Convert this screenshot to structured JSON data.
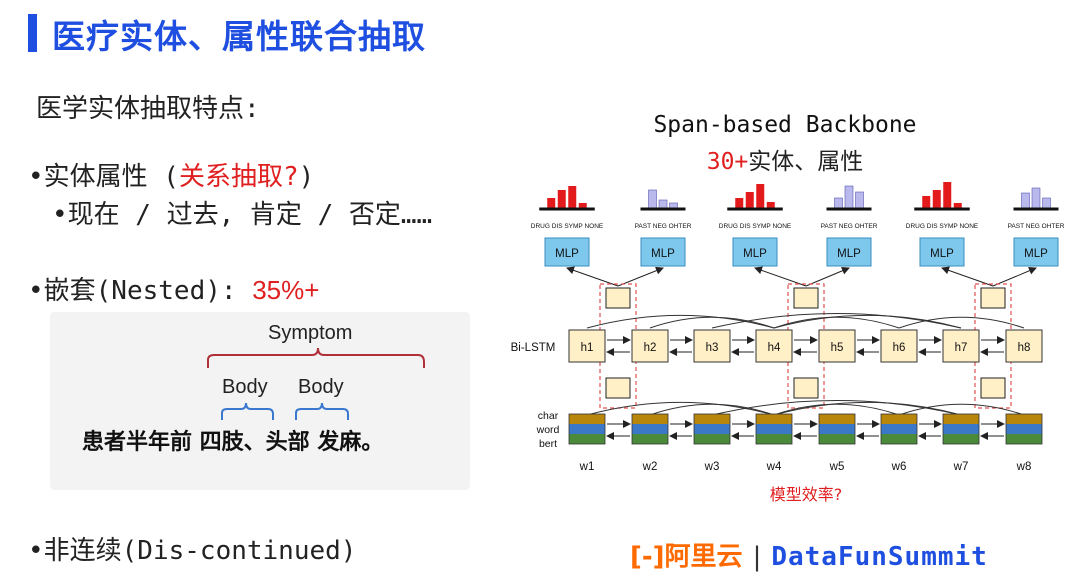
{
  "slide": {
    "title": "医疗实体、属性联合抽取",
    "intro": "医学实体抽取特点:",
    "bullet1_main": "•实体属性 (",
    "bullet1_red": "关系抽取?",
    "bullet1_end": ")",
    "bullet1_sub": "•现在 / 过去, 肯定 / 否定……",
    "bullet2_main": "•嵌套(Nested): ",
    "bullet2_red": "35%+",
    "bullet3": "•非连续(Dis-continued)"
  },
  "example": {
    "symptom": "Symptom",
    "body1": "Body",
    "body2": "Body",
    "sentence": "患者半年前 四肢、头部 发麻。"
  },
  "diagram": {
    "title": "Span-based Backbone",
    "subtitle_red": "30+",
    "subtitle_rest": "实体、属性",
    "mlp_label": "MLP",
    "entity_labels": [
      "DRUG",
      "DIS",
      "SYMP",
      "NONE"
    ],
    "attr_labels": [
      "PAST",
      "NEG",
      "OHTER"
    ],
    "bilstm_label": "Bi-LSTM",
    "hidden": [
      "h1",
      "h2",
      "h3",
      "h4",
      "h5",
      "h6",
      "h7",
      "h8"
    ],
    "embed_labels": [
      "char",
      "word",
      "bert"
    ],
    "words": [
      "w1",
      "w2",
      "w3",
      "w4",
      "w5",
      "w6",
      "w7",
      "w8"
    ],
    "question": "模型效率?",
    "colors": {
      "red_bar": "#e31a1c",
      "lavender_bar": "#b9b9ee",
      "mlp": "#7ec8ee",
      "span": "#fff0c8",
      "char": "#b8860b",
      "word": "#3c78c8",
      "bert": "#4a8a3a"
    }
  },
  "brand": {
    "aliyun": "[-]阿里云",
    "separator": "|",
    "datafun": "DataFunSummit"
  }
}
